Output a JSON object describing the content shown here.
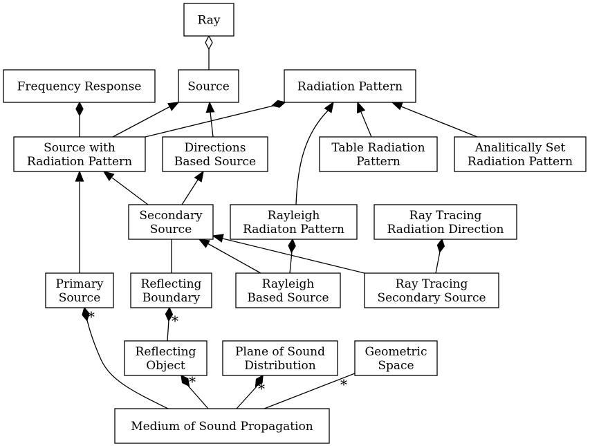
{
  "nodes": [
    {
      "id": "ray",
      "lines": [
        "Ray"
      ]
    },
    {
      "id": "frequency_response",
      "lines": [
        "Frequency Response"
      ]
    },
    {
      "id": "source",
      "lines": [
        "Source"
      ]
    },
    {
      "id": "radiation_pattern",
      "lines": [
        "Radiation Pattern"
      ]
    },
    {
      "id": "source_with_radiation_pattern",
      "lines": [
        "Source with",
        "Radiation Pattern"
      ]
    },
    {
      "id": "directions_based_source",
      "lines": [
        "Directions",
        "Based Source"
      ]
    },
    {
      "id": "table_radiation_pattern",
      "lines": [
        "Table Radiation",
        "Pattern"
      ]
    },
    {
      "id": "analitically_set_radiation_pattern",
      "lines": [
        "Analitically Set",
        "Radiation Pattern"
      ]
    },
    {
      "id": "secondary_source",
      "lines": [
        "Secondary",
        "Source"
      ]
    },
    {
      "id": "rayleigh_radiaton_pattern",
      "lines": [
        "Rayleigh",
        "Radiaton Pattern"
      ]
    },
    {
      "id": "ray_tracing_radiation_direction",
      "lines": [
        "Ray Tracing",
        "Radiation Direction"
      ]
    },
    {
      "id": "primary_source",
      "lines": [
        "Primary",
        "Source"
      ]
    },
    {
      "id": "reflecting_boundary",
      "lines": [
        "Reflecting",
        "Boundary"
      ]
    },
    {
      "id": "rayleigh_based_source",
      "lines": [
        "Rayleigh",
        "Based Source"
      ]
    },
    {
      "id": "ray_tracing_secondary_source",
      "lines": [
        "Ray Tracing",
        "Secondary Source"
      ]
    },
    {
      "id": "reflecting_object",
      "lines": [
        "Reflecting",
        "Object"
      ]
    },
    {
      "id": "plane_of_sound_distribution",
      "lines": [
        "Plane of Sound",
        "Distribution"
      ]
    },
    {
      "id": "geometric_space",
      "lines": [
        "Geometric",
        "Space"
      ]
    },
    {
      "id": "medium_of_sound_propagation",
      "lines": [
        "Medium of Sound Propagation"
      ]
    }
  ],
  "edges": [
    {
      "from": "source",
      "to": "ray",
      "type": "aggregation"
    },
    {
      "from": "source_with_radiation_pattern",
      "to": "frequency_response",
      "type": "composition"
    },
    {
      "from": "source_with_radiation_pattern",
      "to": "source",
      "type": "generalization"
    },
    {
      "from": "source_with_radiation_pattern",
      "to": "radiation_pattern",
      "type": "composition"
    },
    {
      "from": "directions_based_source",
      "to": "source",
      "type": "generalization"
    },
    {
      "from": "table_radiation_pattern",
      "to": "radiation_pattern",
      "type": "generalization"
    },
    {
      "from": "analitically_set_radiation_pattern",
      "to": "radiation_pattern",
      "type": "generalization"
    },
    {
      "from": "rayleigh_radiaton_pattern",
      "to": "radiation_pattern",
      "type": "generalization"
    },
    {
      "from": "secondary_source",
      "to": "source_with_radiation_pattern",
      "type": "generalization"
    },
    {
      "from": "secondary_source",
      "to": "directions_based_source",
      "type": "generalization"
    },
    {
      "from": "primary_source",
      "to": "source_with_radiation_pattern",
      "type": "generalization"
    },
    {
      "from": "reflecting_boundary",
      "to": "secondary_source",
      "type": "association"
    },
    {
      "from": "rayleigh_based_source",
      "to": "secondary_source",
      "type": "generalization"
    },
    {
      "from": "ray_tracing_secondary_source",
      "to": "secondary_source",
      "type": "generalization"
    },
    {
      "from": "rayleigh_based_source",
      "to": "rayleigh_radiaton_pattern",
      "type": "composition"
    },
    {
      "from": "ray_tracing_secondary_source",
      "to": "ray_tracing_radiation_direction",
      "type": "composition"
    },
    {
      "from": "reflecting_object",
      "to": "reflecting_boundary",
      "type": "composition",
      "multiplicity": "*"
    },
    {
      "from": "medium_of_sound_propagation",
      "to": "primary_source",
      "type": "composition",
      "multiplicity": "*"
    },
    {
      "from": "medium_of_sound_propagation",
      "to": "reflecting_object",
      "type": "composition",
      "multiplicity": "*"
    },
    {
      "from": "medium_of_sound_propagation",
      "to": "plane_of_sound_distribution",
      "type": "composition",
      "multiplicity": "*"
    },
    {
      "from": "medium_of_sound_propagation",
      "to": "geometric_space",
      "type": "association",
      "multiplicity": "*"
    }
  ]
}
